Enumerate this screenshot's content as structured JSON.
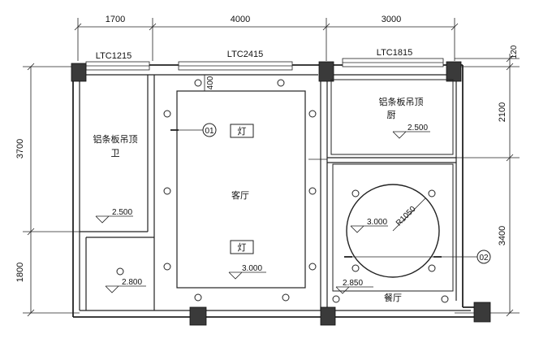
{
  "dimensions": {
    "top": [
      "1700",
      "4000",
      "3000"
    ],
    "left": [
      "3700",
      "1800"
    ],
    "right": [
      "120",
      "2100",
      "3400"
    ]
  },
  "windows": {
    "left": "LTC1215",
    "middle": "LTC2415",
    "right": "LTC1815"
  },
  "rooms": {
    "bathroom": {
      "ceiling_note": "铝条板吊顶",
      "name": "卫"
    },
    "living": {
      "name": "客厅"
    },
    "kitchen": {
      "ceiling_note": "铝条板吊顶",
      "name": "厨"
    },
    "dining": {
      "name": "餐厅"
    }
  },
  "lamps": {
    "upper": "灯",
    "lower": "灯"
  },
  "offset_label": "400",
  "radius_label": "R1050",
  "callouts": [
    "01",
    "02"
  ],
  "elevations": {
    "bath": "2.500",
    "small_room": "2.800",
    "living": "3.000",
    "kitchen": "2.500",
    "dining_circle": "3.000",
    "dining": "2.850"
  }
}
